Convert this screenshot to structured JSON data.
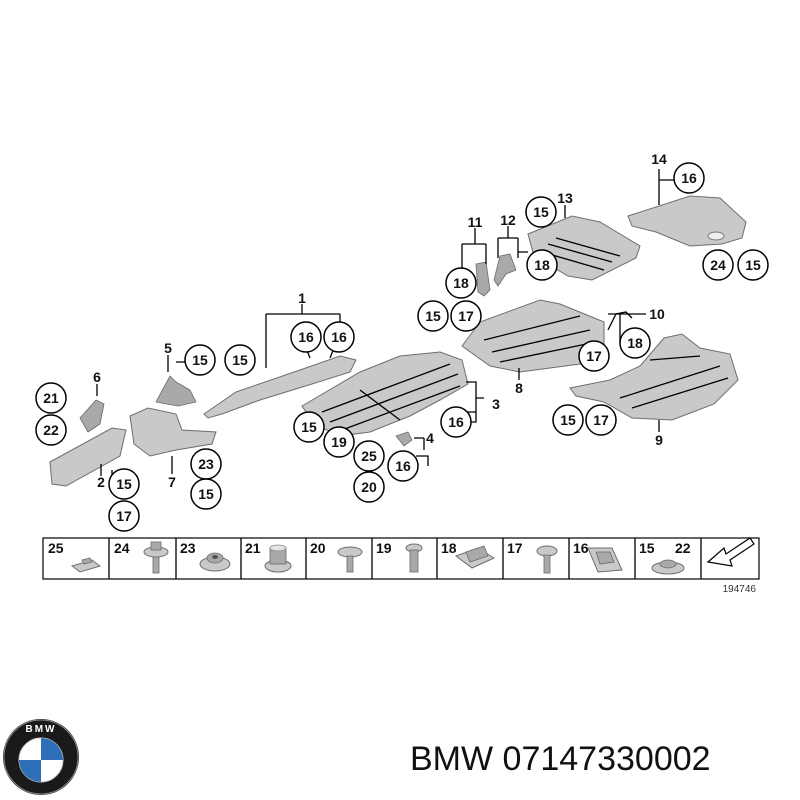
{
  "diagram": {
    "callouts": [
      "1",
      "2",
      "3",
      "4",
      "5",
      "6",
      "7",
      "8",
      "9",
      "10",
      "11",
      "12",
      "13",
      "14"
    ],
    "circled_refs": [
      "15",
      "16",
      "17",
      "18",
      "19",
      "20",
      "21",
      "22",
      "23",
      "24",
      "25"
    ],
    "parts_strip": [
      "25",
      "24",
      "23",
      "21",
      "20",
      "19",
      "18",
      "17",
      "16",
      "15",
      "22"
    ],
    "diagram_code": "194746"
  },
  "footer": {
    "brand": "BMW",
    "part_number": "07147330002",
    "logo_letters": "BMW"
  },
  "colors": {
    "part_fill": "#c9c9c9",
    "logo_blue": "#2e6fb8",
    "logo_ring": "#1a1a1a"
  }
}
